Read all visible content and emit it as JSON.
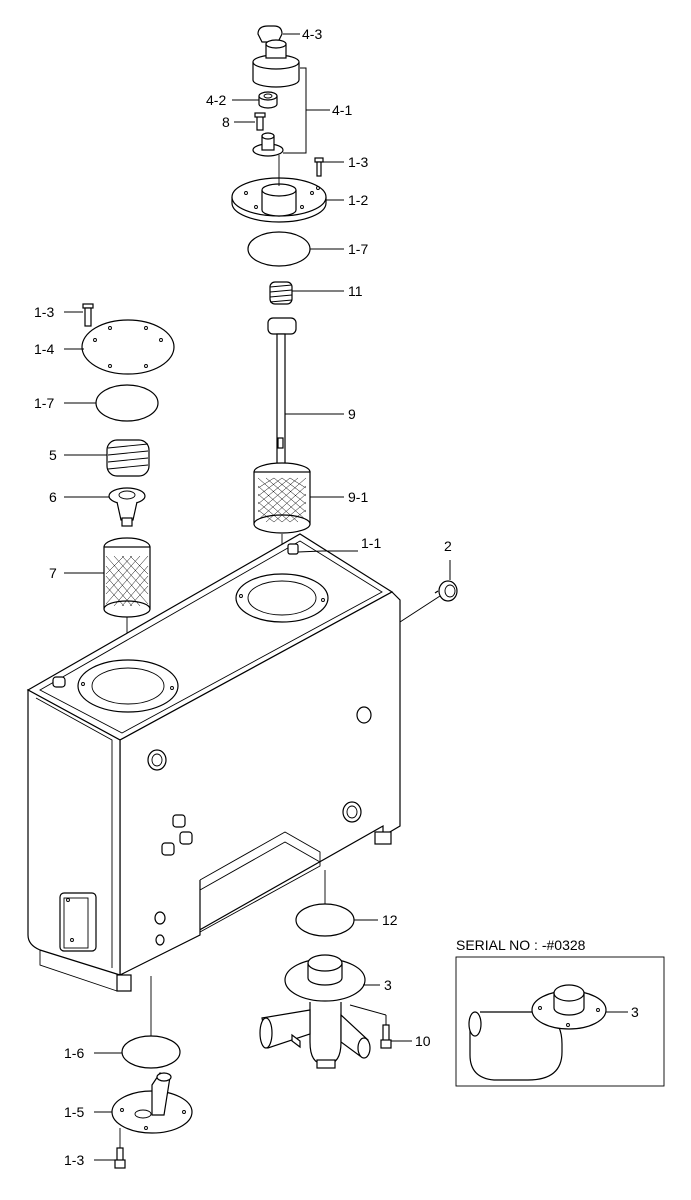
{
  "labels": {
    "l_4_3": "4-3",
    "l_4_2": "4-2",
    "l_4_1": "4-1",
    "l_8": "8",
    "l_1_3_top": "1-3",
    "l_1_2": "1-2",
    "l_1_7_top": "1-7",
    "l_11": "11",
    "l_1_3_left": "1-3",
    "l_1_4": "1-4",
    "l_1_7_left": "1-7",
    "l_9": "9",
    "l_5": "5",
    "l_6": "6",
    "l_9_1": "9-1",
    "l_1_1": "1-1",
    "l_2": "2",
    "l_7": "7",
    "l_12": "12",
    "l_3": "3",
    "l_10": "10",
    "l_1_6": "1-6",
    "l_1_5": "1-5",
    "l_1_3_bottom": "1-3",
    "l_3_inset": "3"
  },
  "inset": {
    "title": "SERIAL NO : -#0328"
  }
}
